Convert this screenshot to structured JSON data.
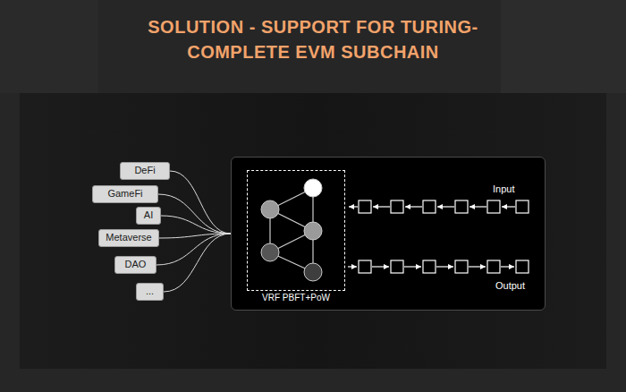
{
  "diagram": {
    "title": "SOLUTION - SUPPORT FOR TURING-COMPLETE EVM SUBCHAIN",
    "nodes": [
      {
        "text": [
          "DeFi"
        ]
      },
      {
        "text": [
          "GameFi"
        ]
      },
      {
        "text": [
          "AI"
        ]
      },
      {
        "text": [
          "Metaverse"
        ]
      },
      {
        "text": [
          "DAO"
        ]
      },
      {
        "text": [
          "..."
        ]
      },
      {
        "text": [
          "Input",
          "Output"
        ]
      },
      {
        "text": [
          "VRF PBFT+PoW"
        ],
        "in": 6
      }
    ],
    "edges": [
      {
        "from": 0,
        "to": 6,
        "arrow": "none"
      },
      {
        "from": 1,
        "to": 6,
        "arrow": "none"
      },
      {
        "from": 2,
        "to": 6,
        "arrow": "none"
      },
      {
        "from": 3,
        "to": 6,
        "arrow": "none"
      },
      {
        "from": 4,
        "to": 6,
        "arrow": "none"
      },
      {
        "from": 5,
        "to": 6,
        "arrow": "none"
      }
    ]
  }
}
